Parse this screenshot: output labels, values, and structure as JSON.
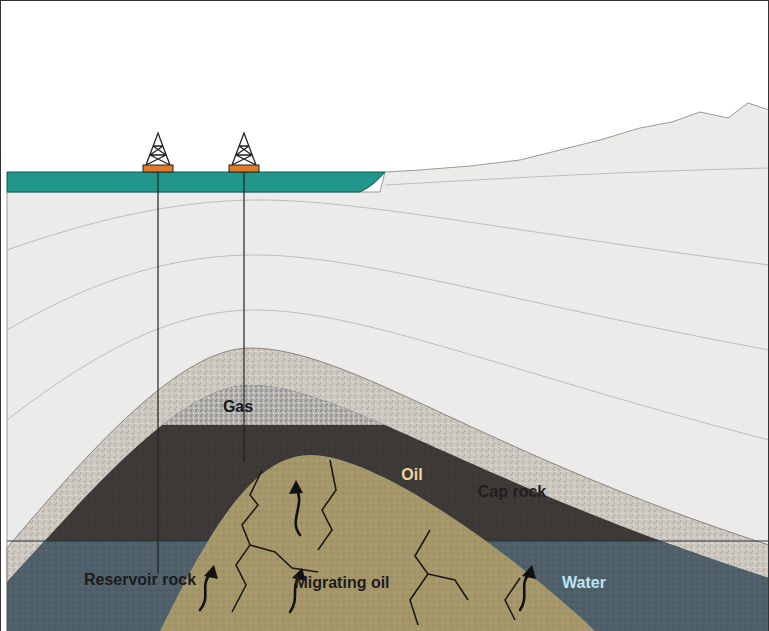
{
  "diagram": {
    "nodes": [
      {
        "text": [
          "Gas"
        ]
      },
      {
        "text": [
          "Oil"
        ]
      },
      {
        "text": [
          "Cap rock"
        ]
      },
      {
        "text": [
          "Reservoir rock"
        ]
      },
      {
        "text": [
          "Migrating oil"
        ]
      },
      {
        "text": [
          "Water"
        ]
      }
    ]
  }
}
